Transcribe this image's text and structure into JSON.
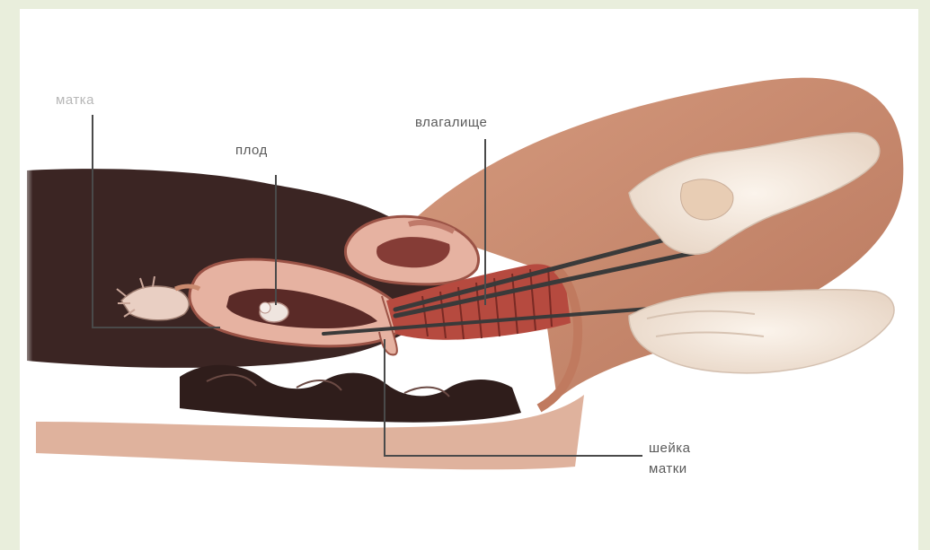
{
  "labels": {
    "uterus": "матка",
    "fetus": "плод",
    "vagina": "влагалище",
    "cervix_line1": "шейка",
    "cervix_line2": "матки"
  },
  "colors": {
    "frame": "#e9eedc",
    "skin": "#c98a6f",
    "dark_cavity": "#3b2523",
    "tissue_pink": "#e6b2a1",
    "muscle_red": "#b64a3f",
    "instrument": "#3a3a3a"
  }
}
